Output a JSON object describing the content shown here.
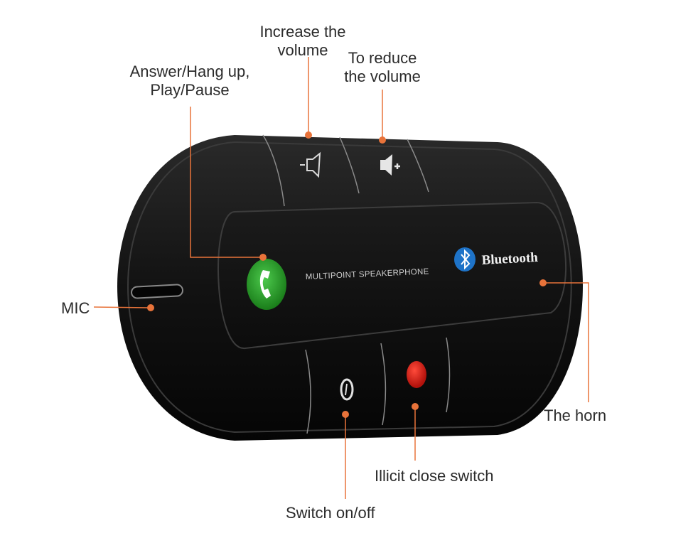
{
  "device": {
    "panel_text": "MULTIPOINT SPEAKERPHONE",
    "brand_text": "Bluetooth",
    "accent_color": "#E8733A",
    "body_color": "#141414",
    "call_button_color": "#2BA02B",
    "indicator_color": "#E0221B",
    "bluetooth_logo_color": "#1E73C8"
  },
  "callouts": {
    "increase_volume": [
      "Increase the",
      "volume"
    ],
    "reduce_volume": [
      "To reduce",
      "the volume"
    ],
    "answer": [
      "Answer/Hang up,",
      "Play/Pause"
    ],
    "mic": "MIC",
    "horn": "The horn",
    "illicit_close": "Illicit close switch",
    "power": "Switch on/off"
  }
}
